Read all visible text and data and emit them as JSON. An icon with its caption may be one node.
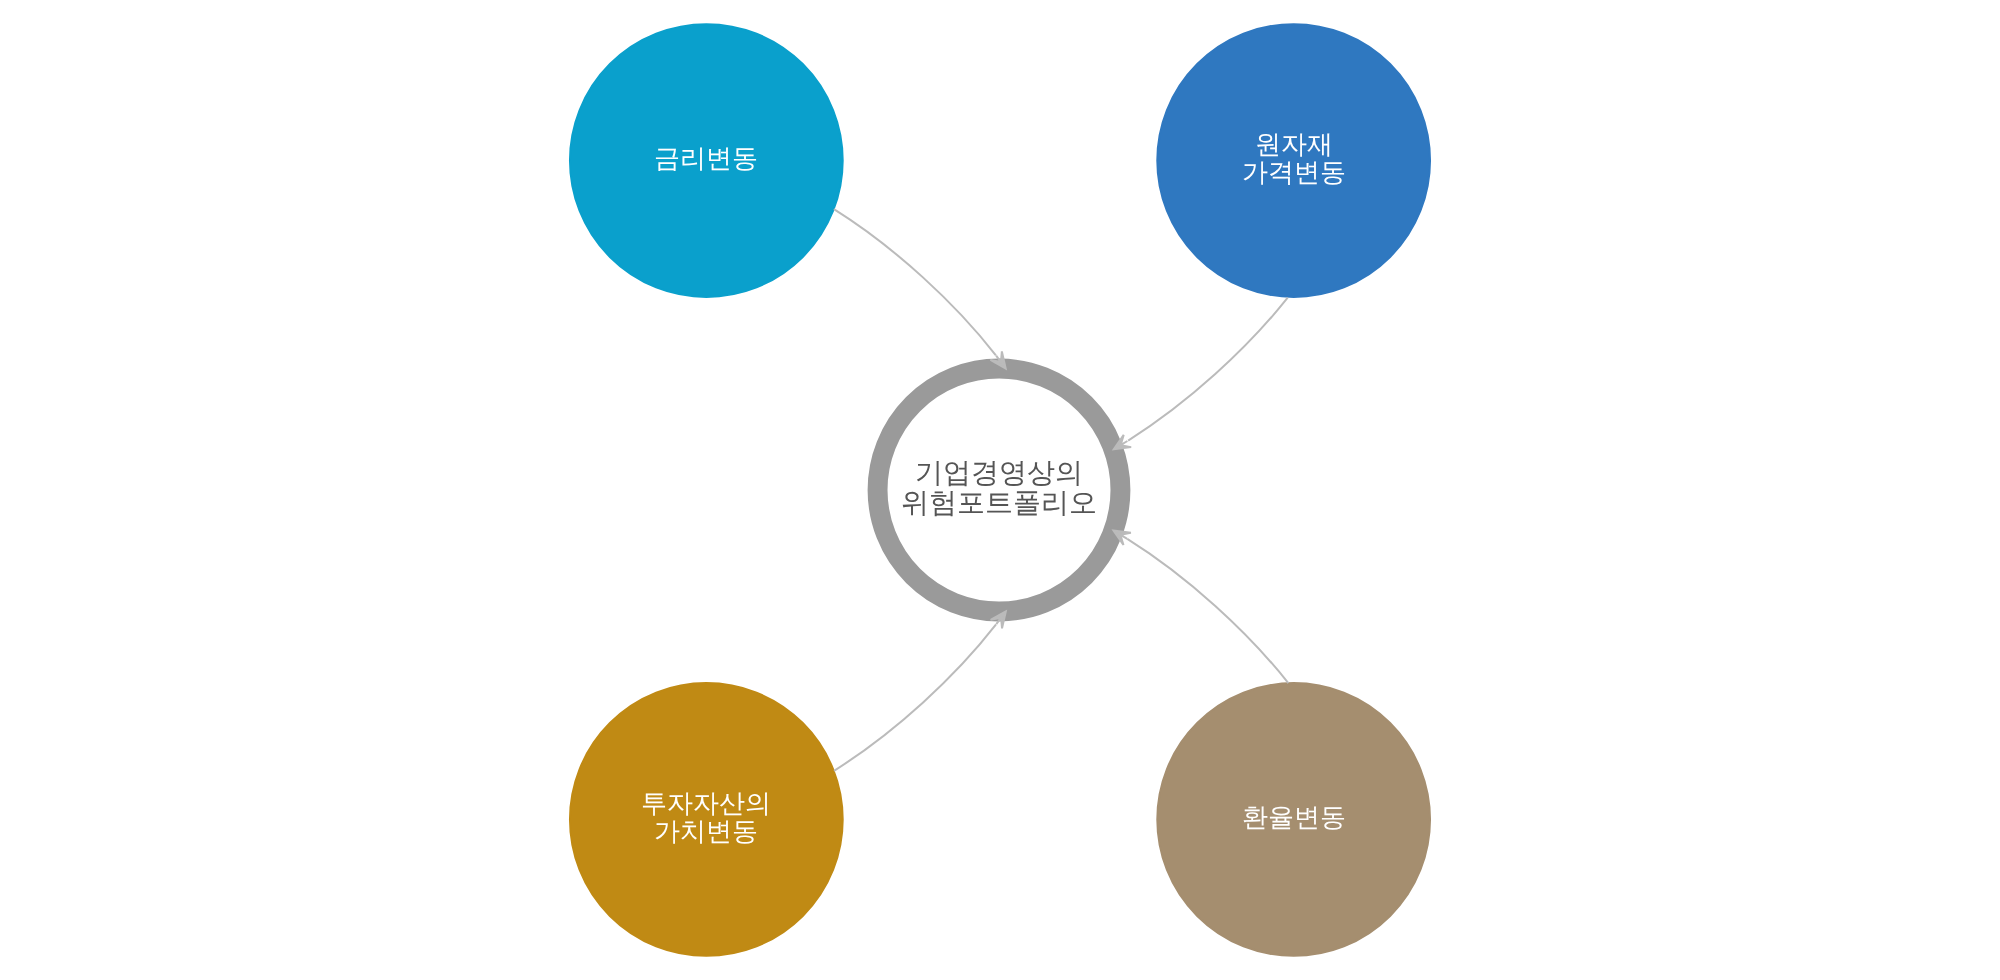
{
  "diagram": {
    "nodes": [
      {
        "text": [
          "금리변동"
        ]
      },
      {
        "text": [
          "원자재 가격변동"
        ]
      },
      {
        "text": [
          "기업경영상의 위험포트폴리오"
        ]
      },
      {
        "text": [
          "투자자산의 가치변동"
        ]
      },
      {
        "text": [
          "환율변동"
        ]
      }
    ],
    "edges": [
      {
        "from": 0,
        "to": 2,
        "arrow": "to"
      },
      {
        "from": 1,
        "to": 2,
        "arrow": "to"
      },
      {
        "from": 3,
        "to": 2,
        "arrow": "to"
      },
      {
        "from": 4,
        "to": 2,
        "arrow": "to"
      }
    ]
  }
}
